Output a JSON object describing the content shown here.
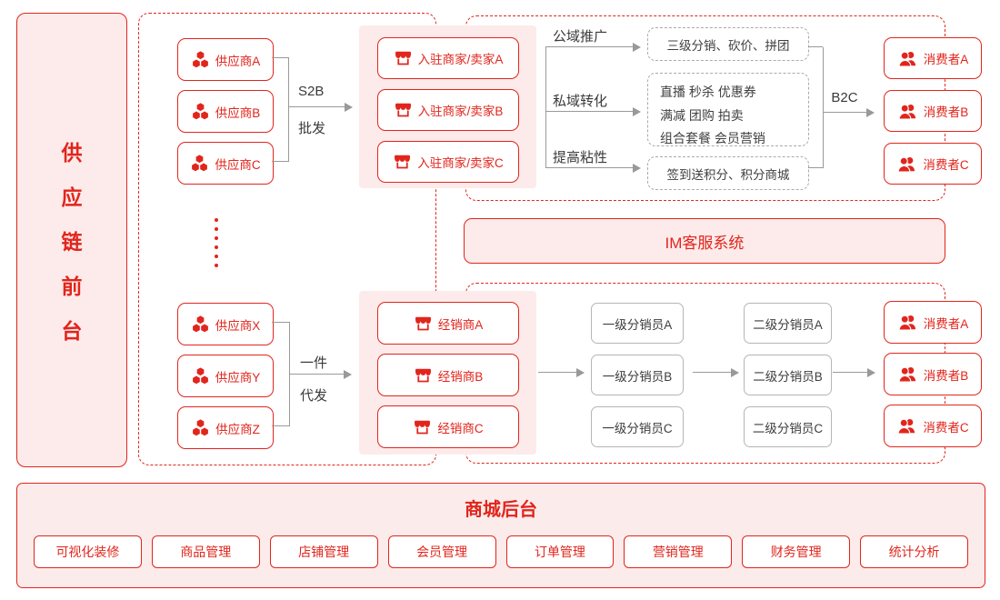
{
  "colors": {
    "red": "#e1251c",
    "pink": "#fcebea",
    "gray_line": "#999999",
    "gray_border": "#b5b5b5",
    "dark_text": "#3a3a3a"
  },
  "icons": {
    "supplier": "hexagon-cluster-icon",
    "merchant": "storefront-icon",
    "consumer": "users-icon"
  },
  "sidebar": {
    "label": "供应链前台",
    "chars": [
      "供",
      "应",
      "链",
      "前",
      "台"
    ]
  },
  "top_flow": {
    "suppliers": [
      "供应商A",
      "供应商B",
      "供应商C"
    ],
    "bracket_label_top": "S2B",
    "bracket_label_bottom": "批发",
    "merchants": [
      "入驻商家/卖家A",
      "入驻商家/卖家B",
      "入驻商家/卖家C"
    ],
    "branch_labels": [
      "公域推广",
      "私域转化",
      "提高粘性"
    ],
    "promo_box1": "三级分销、砍价、拼团",
    "promo_box2_lines": [
      "直播 秒杀 优惠券",
      "满减 团购 拍卖",
      "组合套餐 会员营销"
    ],
    "promo_box3": "签到送积分、积分商城",
    "b2c_label": "B2C",
    "consumers": [
      "消费者A",
      "消费者B",
      "消费者C"
    ]
  },
  "im_system": {
    "label": "IM客服系统"
  },
  "ellipsis": {
    "dot_count": 6
  },
  "bottom_flow": {
    "suppliers": [
      "供应商X",
      "供应商Y",
      "供应商Z"
    ],
    "bracket_label_top": "一件",
    "bracket_label_bottom": "代发",
    "dealers": [
      "经销商A",
      "经销商B",
      "经销商C"
    ],
    "distributors_level1": [
      "一级分销员A",
      "一级分销员B",
      "一级分销员C"
    ],
    "distributors_level2": [
      "二级分销员A",
      "二级分销员B",
      "二级分销员C"
    ],
    "consumers": [
      "消费者A",
      "消费者B",
      "消费者C"
    ]
  },
  "backend": {
    "title": "商城后台",
    "modules": [
      "可视化装修",
      "商品管理",
      "店铺管理",
      "会员管理",
      "订单管理",
      "营销管理",
      "财务管理",
      "统计分析"
    ]
  }
}
